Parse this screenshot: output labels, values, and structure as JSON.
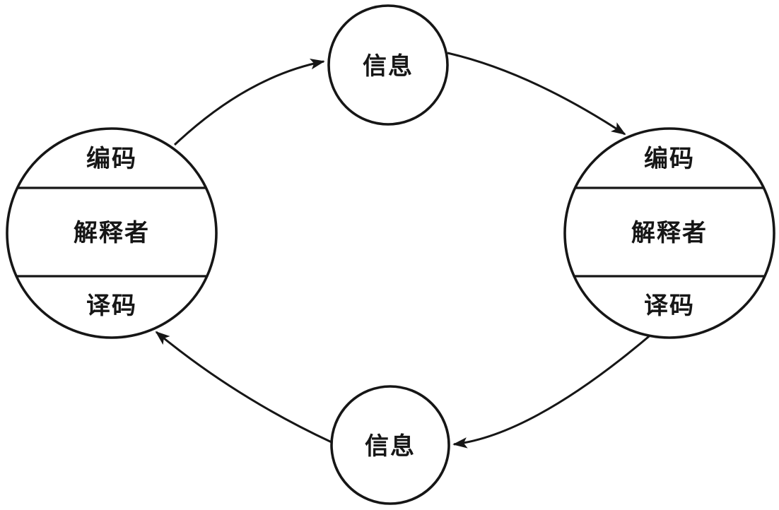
{
  "diagram": {
    "type": "cyclic-communication-model",
    "nodes": {
      "left_interpreter": {
        "sections": [
          "编码",
          "解释者",
          "译码"
        ]
      },
      "right_interpreter": {
        "sections": [
          "编码",
          "解释者",
          "译码"
        ]
      },
      "top_message": {
        "label": "信息"
      },
      "bottom_message": {
        "label": "信息"
      }
    },
    "edges": [
      {
        "from": "left-interpreter",
        "to": "top-message"
      },
      {
        "from": "top-message",
        "to": "right-interpreter"
      },
      {
        "from": "right-interpreter",
        "to": "bottom-message"
      },
      {
        "from": "bottom-message",
        "to": "left-interpreter"
      }
    ],
    "flow_direction": "clockwise",
    "colors": {
      "stroke": "#161616",
      "background": "#ffffff"
    },
    "icons": {
      "arrowhead": "solid-triangle-arrowhead"
    }
  }
}
